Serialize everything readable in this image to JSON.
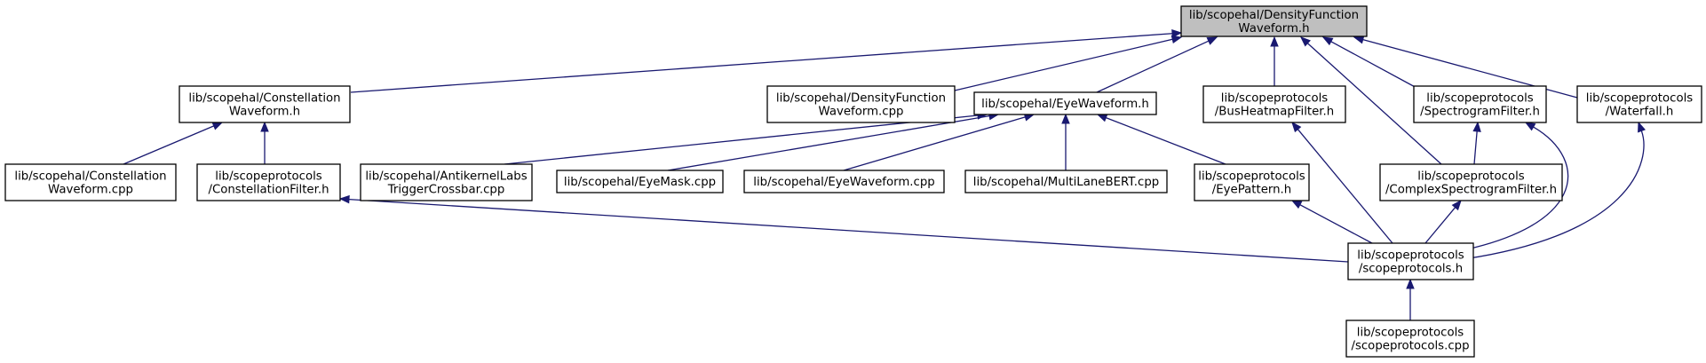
{
  "colors": {
    "edge": "#191970",
    "node_fill": "#ffffff",
    "root_fill": "#bfbfbf",
    "border": "#000000"
  },
  "nodes": [
    {
      "id": "n_root",
      "lines": [
        "lib/scopehal/DensityFunction",
        "Waveform.h"
      ],
      "root": true
    },
    {
      "id": "n_cw",
      "lines": [
        "lib/scopehal/Constellation",
        "Waveform.h"
      ]
    },
    {
      "id": "n_dfcpp",
      "lines": [
        "lib/scopehal/DensityFunction",
        "Waveform.cpp"
      ]
    },
    {
      "id": "n_eye",
      "lines": [
        "lib/scopehal/EyeWaveform.h"
      ]
    },
    {
      "id": "n_bus",
      "lines": [
        "lib/scopeprotocols",
        "/BusHeatmapFilter.h"
      ]
    },
    {
      "id": "n_spec",
      "lines": [
        "lib/scopeprotocols",
        "/SpectrogramFilter.h"
      ]
    },
    {
      "id": "n_wf",
      "lines": [
        "lib/scopeprotocols",
        "/Waterfall.h"
      ]
    },
    {
      "id": "n_cwcpp",
      "lines": [
        "lib/scopehal/Constellation",
        "Waveform.cpp"
      ]
    },
    {
      "id": "n_cf",
      "lines": [
        "lib/scopeprotocols",
        "/ConstellationFilter.h"
      ]
    },
    {
      "id": "n_ak",
      "lines": [
        "lib/scopehal/AntikernelLabs",
        "TriggerCrossbar.cpp"
      ]
    },
    {
      "id": "n_mask",
      "lines": [
        "lib/scopehal/EyeMask.cpp"
      ]
    },
    {
      "id": "n_eyecpp",
      "lines": [
        "lib/scopehal/EyeWaveform.cpp"
      ]
    },
    {
      "id": "n_mlb",
      "lines": [
        "lib/scopehal/MultiLaneBERT.cpp"
      ]
    },
    {
      "id": "n_ep",
      "lines": [
        "lib/scopeprotocols",
        "/EyePattern.h"
      ]
    },
    {
      "id": "n_csf",
      "lines": [
        "lib/scopeprotocols",
        "/ComplexSpectrogramFilter.h"
      ]
    },
    {
      "id": "n_sph",
      "lines": [
        "lib/scopeprotocols",
        "/scopeprotocols.h"
      ]
    },
    {
      "id": "n_spcpp",
      "lines": [
        "lib/scopeprotocols",
        "/scopeprotocols.cpp"
      ]
    }
  ],
  "edges": [
    {
      "from": "n_cw",
      "to": "n_root"
    },
    {
      "from": "n_dfcpp",
      "to": "n_root"
    },
    {
      "from": "n_eye",
      "to": "n_root"
    },
    {
      "from": "n_bus",
      "to": "n_root"
    },
    {
      "from": "n_csf",
      "to": "n_root"
    },
    {
      "from": "n_spec",
      "to": "n_root"
    },
    {
      "from": "n_wf",
      "to": "n_root"
    },
    {
      "from": "n_cwcpp",
      "to": "n_cw"
    },
    {
      "from": "n_cf",
      "to": "n_cw"
    },
    {
      "from": "n_ak",
      "to": "n_eye"
    },
    {
      "from": "n_mask",
      "to": "n_eye"
    },
    {
      "from": "n_eyecpp",
      "to": "n_eye"
    },
    {
      "from": "n_mlb",
      "to": "n_eye"
    },
    {
      "from": "n_ep",
      "to": "n_eye"
    },
    {
      "from": "n_csf",
      "to": "n_spec"
    },
    {
      "from": "n_sph",
      "to": "n_cf"
    },
    {
      "from": "n_sph",
      "to": "n_bus"
    },
    {
      "from": "n_sph",
      "to": "n_ep"
    },
    {
      "from": "n_sph",
      "to": "n_csf"
    },
    {
      "from": "n_sph",
      "to": "n_spec"
    },
    {
      "from": "n_sph",
      "to": "n_wf"
    },
    {
      "from": "n_spcpp",
      "to": "n_sph"
    }
  ]
}
